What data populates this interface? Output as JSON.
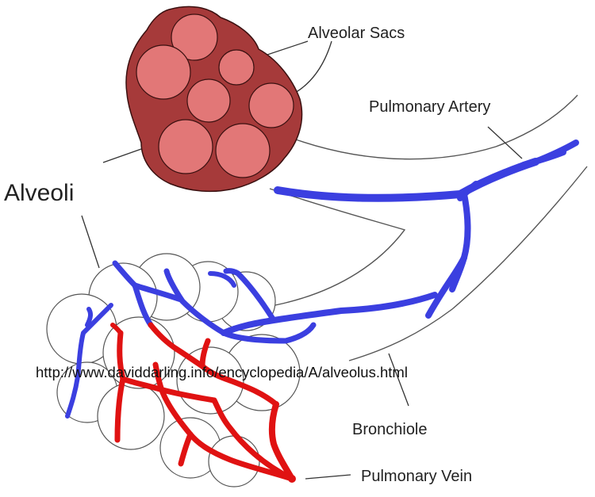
{
  "labels": {
    "alveolar_sacs": "Alveolar Sacs",
    "pulmonary_artery": "Pulmonary Artery",
    "alveoli": "Alveoli",
    "bronchiole": "Bronchiole",
    "pulmonary_vein": "Pulmonary Vein"
  },
  "watermark": "http://www.daviddarling.info/encyclopedia/A/alveolus.html",
  "colors": {
    "sac_outer": "#A63A3A",
    "sac_inner": "#E27777",
    "artery_blue": "#3B3FE0",
    "vein_red": "#E01212",
    "outline": "#555555",
    "alveolus_fill": "#ffffff"
  }
}
